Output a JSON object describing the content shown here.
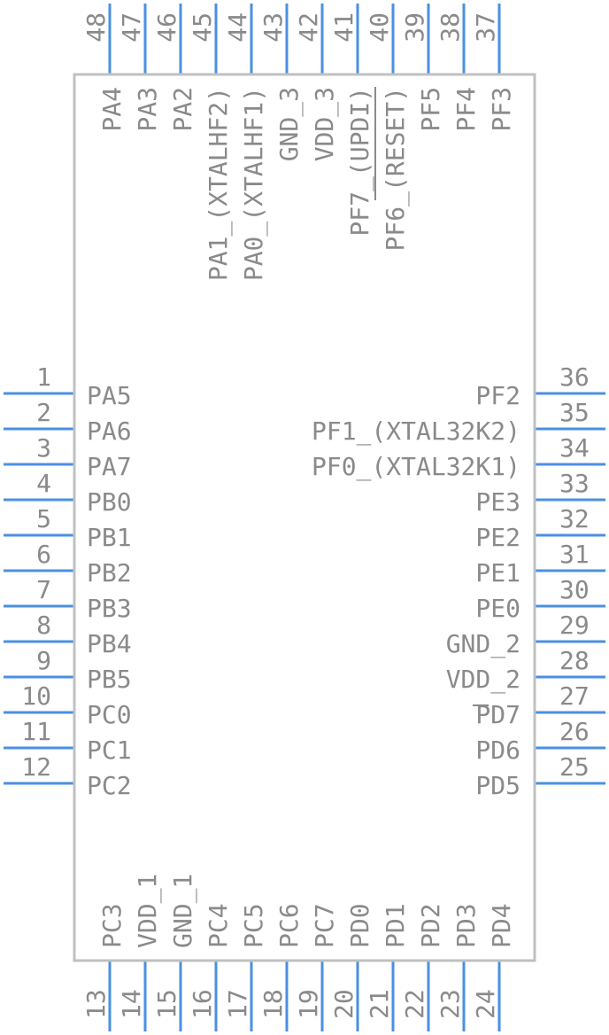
{
  "colors": {
    "pin": "#4a90e2",
    "body": "#c0c0c0",
    "text": "#8a8a8a"
  },
  "left_pins": [
    {
      "num": "1",
      "label": "PA5"
    },
    {
      "num": "2",
      "label": "PA6"
    },
    {
      "num": "3",
      "label": "PA7"
    },
    {
      "num": "4",
      "label": "PB0"
    },
    {
      "num": "5",
      "label": "PB1"
    },
    {
      "num": "6",
      "label": "PB2"
    },
    {
      "num": "7",
      "label": "PB3"
    },
    {
      "num": "8",
      "label": "PB4"
    },
    {
      "num": "9",
      "label": "PB5"
    },
    {
      "num": "10",
      "label": "PC0"
    },
    {
      "num": "11",
      "label": "PC1"
    },
    {
      "num": "12",
      "label": "PC2"
    }
  ],
  "right_pins": [
    {
      "num": "36",
      "label": "PF2"
    },
    {
      "num": "35",
      "label": "PF1_(XTAL32K2)"
    },
    {
      "num": "34",
      "label": "PF0_(XTAL32K1)"
    },
    {
      "num": "33",
      "label": "PE3"
    },
    {
      "num": "32",
      "label": "PE2"
    },
    {
      "num": "31",
      "label": "PE1"
    },
    {
      "num": "30",
      "label": "PE0"
    },
    {
      "num": "29",
      "label": "GND_2"
    },
    {
      "num": "28",
      "label": "VDD_2"
    },
    {
      "num": "27",
      "label": "PD7"
    },
    {
      "num": "26",
      "label": "PD6"
    },
    {
      "num": "25",
      "label": "PD5"
    }
  ],
  "bottom_pins": [
    {
      "num": "13",
      "label": "PC3"
    },
    {
      "num": "14",
      "label": "VDD_1"
    },
    {
      "num": "15",
      "label": "GND_1"
    },
    {
      "num": "16",
      "label": "PC4"
    },
    {
      "num": "17",
      "label": "PC5"
    },
    {
      "num": "18",
      "label": "PC6"
    },
    {
      "num": "19",
      "label": "PC7"
    },
    {
      "num": "20",
      "label": "PD0"
    },
    {
      "num": "21",
      "label": "PD1"
    },
    {
      "num": "22",
      "label": "PD2"
    },
    {
      "num": "23",
      "label": "PD3"
    },
    {
      "num": "24",
      "label": "PD4"
    }
  ],
  "top_pins": [
    {
      "num": "48",
      "label": "PA4"
    },
    {
      "num": "47",
      "label": "PA3"
    },
    {
      "num": "46",
      "label": "PA2"
    },
    {
      "num": "45",
      "label": "PA1_(XTALHF2)"
    },
    {
      "num": "44",
      "label": "PA0_(XTALHF1)"
    },
    {
      "num": "43",
      "label": "GND_3"
    },
    {
      "num": "42",
      "label": "VDD_3"
    },
    {
      "num": "41",
      "label": "PF7_(UPDI)"
    },
    {
      "num": "40",
      "label": "PF6_(RESET)"
    },
    {
      "num": "39",
      "label": "PF5"
    },
    {
      "num": "38",
      "label": "PF4"
    },
    {
      "num": "37",
      "label": "PF3"
    }
  ]
}
